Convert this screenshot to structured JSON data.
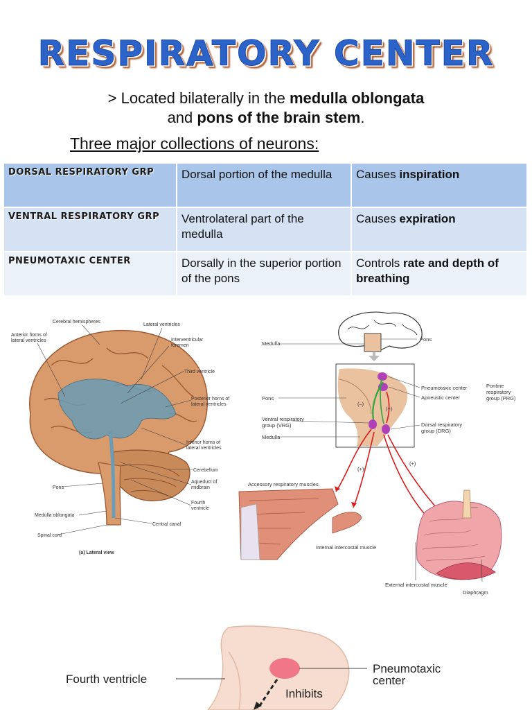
{
  "title": "RESPIRATORY CENTER",
  "intro": {
    "prefix": "> Located bilaterally in the ",
    "bold1": "medulla oblongata",
    "mid": "and ",
    "bold2": "pons of the brain stem",
    "end": "."
  },
  "subheading": "Three major collections of neurons:",
  "table": {
    "rows": [
      {
        "group": "DORSAL RESPIRATORY GRP",
        "location": "Dorsal portion of the medulla",
        "effect_prefix": "Causes ",
        "effect_bold": "inspiration"
      },
      {
        "group": "VENTRAL RESPIRATORY GRP",
        "location": "Ventrolateral part of the medulla",
        "effect_prefix": "Causes ",
        "effect_bold": "expiration"
      },
      {
        "group": "PNEUMOTAXIC CENTER",
        "location": "Dorsally in the superior portion of the pons",
        "effect_prefix": "Controls ",
        "effect_bold": "rate and depth of breathing"
      }
    ]
  },
  "brain_figure": {
    "labels": {
      "cerebral_hemispheres": "Cerebral hemispheres",
      "lateral_ventricles": "Lateral ventricles",
      "anterior_horns_1": "Anterior horns of",
      "anterior_horns_2": "lateral ventricles",
      "interventricular_1": "Interventricular",
      "interventricular_2": "foramen",
      "third_ventricle": "Third ventricle",
      "posterior_horns_1": "Posterior horns of",
      "posterior_horns_2": "lateral ventricles",
      "inferior_horns_1": "Inferior horns of",
      "inferior_horns_2": "lateral ventricles",
      "cerebellum": "Cerebellum",
      "aqueduct_1": "Aqueduct of",
      "aqueduct_2": "midbrain",
      "fourth_ventricle_1": "Fourth",
      "fourth_ventricle_2": "ventricle",
      "pons": "Pons",
      "medulla_oblongata": "Medulla oblongata",
      "central_canal": "Central canal",
      "spinal_cord": "Spinal cord",
      "caption": "(a) Lateral view"
    }
  },
  "respiratory_figure": {
    "labels": {
      "medulla_top": "Medulla",
      "pons_top": "Pons",
      "pneumotaxic": "Pneumotaxic center",
      "apneustic": "Apneustic center",
      "pontine_1": "Pontine",
      "pontine_2": "respiratory",
      "pontine_3": "group (PRG)",
      "pons_mid": "Pons",
      "minus": "(–)",
      "plus_small": "(+)",
      "vrg_1": "Ventral respiratory",
      "vrg_2": "group (VRG)",
      "medulla_mid": "Medulla",
      "drg_1": "Dorsal respiratory",
      "drg_2": "group (DRG)",
      "plus_a": "(+)",
      "plus_b": "(+)",
      "accessory": "Accessory respiratory muscles",
      "internal_intercostal": "Internal intercostal muscle",
      "external_intercostal": "External intercostal muscle",
      "diaphragm": "Diaphragm"
    }
  },
  "bottom_figure": {
    "fourth_ventricle": "Fourth ventricle",
    "pneumotaxic_1": "Pneumotaxic",
    "pneumotaxic_2": "center",
    "inhibits": "Inhibits"
  },
  "colors": {
    "title_blue": "#2c63c9",
    "title_shadow": "#c96d33",
    "row1": "#a9c5e9",
    "row2": "#d4e2f3",
    "row3": "#eaf1f9",
    "brain_tan": "#d99a6c",
    "ventricle_blue": "#6a9cb5",
    "nucleus_purple": "#b040b8",
    "arrow_red": "#d81b1b",
    "arrow_green": "#2aa63a"
  }
}
